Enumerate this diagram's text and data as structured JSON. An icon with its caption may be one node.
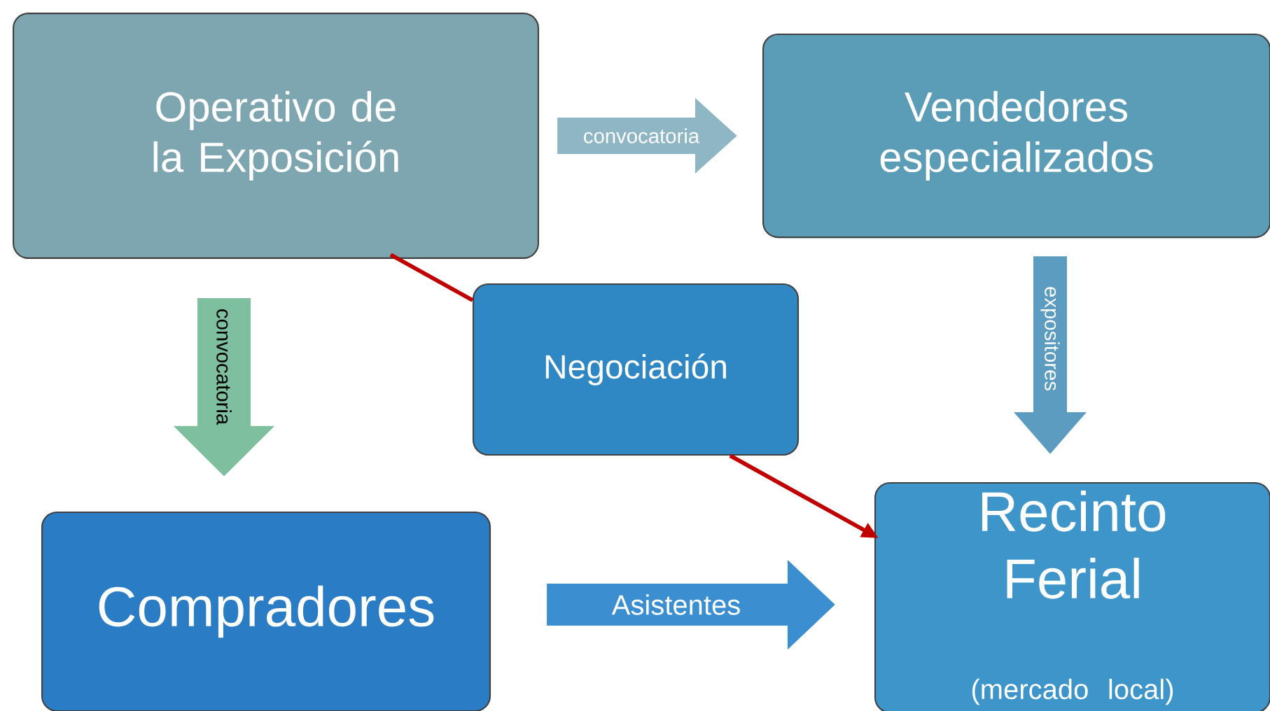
{
  "diagram": {
    "nodes": [
      {
        "text": [
          "Operativo de la Exposición"
        ]
      },
      {
        "text": [
          "Vendedores especializados"
        ]
      },
      {
        "text": [
          "Negociación"
        ]
      },
      {
        "text": [
          "Compradores"
        ]
      },
      {
        "text": [
          "Recinto Ferial",
          "(mercado local)"
        ]
      }
    ],
    "edges": [
      {
        "from": 0,
        "to": 1,
        "arrow": "to",
        "label": "convocatoria",
        "color": "#8fb6c4"
      },
      {
        "from": 0,
        "to": 3,
        "arrow": "to",
        "label": "convocatoria",
        "color": "#7dbf9f"
      },
      {
        "from": 1,
        "to": 4,
        "arrow": "to",
        "label": "expositores",
        "color": "#5b9cc0"
      },
      {
        "from": 3,
        "to": 4,
        "arrow": "to",
        "label": "Asistentes",
        "color": "#3b8fd0"
      },
      {
        "from": 0,
        "to": 2,
        "arrow": "none",
        "color": "#c00000"
      },
      {
        "from": 2,
        "to": 4,
        "arrow": "to",
        "color": "#c00000"
      }
    ]
  }
}
